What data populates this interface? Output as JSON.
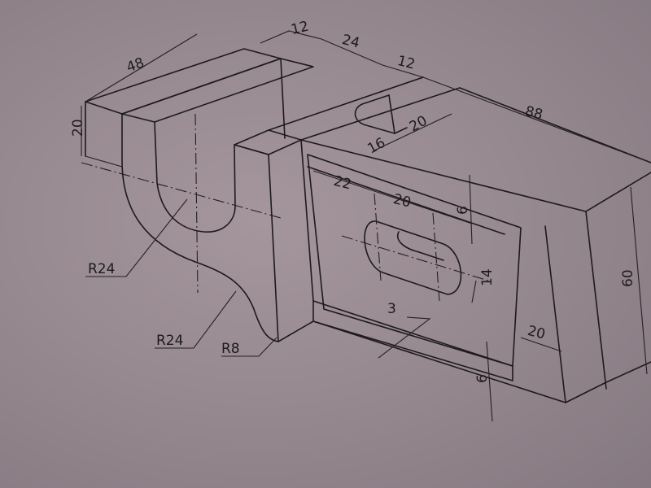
{
  "drawing": {
    "type": "isometric engineering drawing",
    "paper_color": "#978a90",
    "line_color": "#1e1a1c",
    "dimensions": {
      "top_width_48": "48",
      "top_slot_12a": "12",
      "top_slot_24": "24",
      "top_slot_12b": "12",
      "length_88": "88",
      "height_20": "20",
      "notch_20": "20",
      "notch_16": "16",
      "face_22": "22",
      "slot_20": "20",
      "slot_offset_6": "6",
      "slot_width_14": "14",
      "ledge_3": "3",
      "face_20": "20",
      "ledge_6": "6",
      "height_60": "60",
      "radius_r24_upper": "R24",
      "radius_r24_lower": "R24",
      "radius_r8": "R8"
    }
  }
}
